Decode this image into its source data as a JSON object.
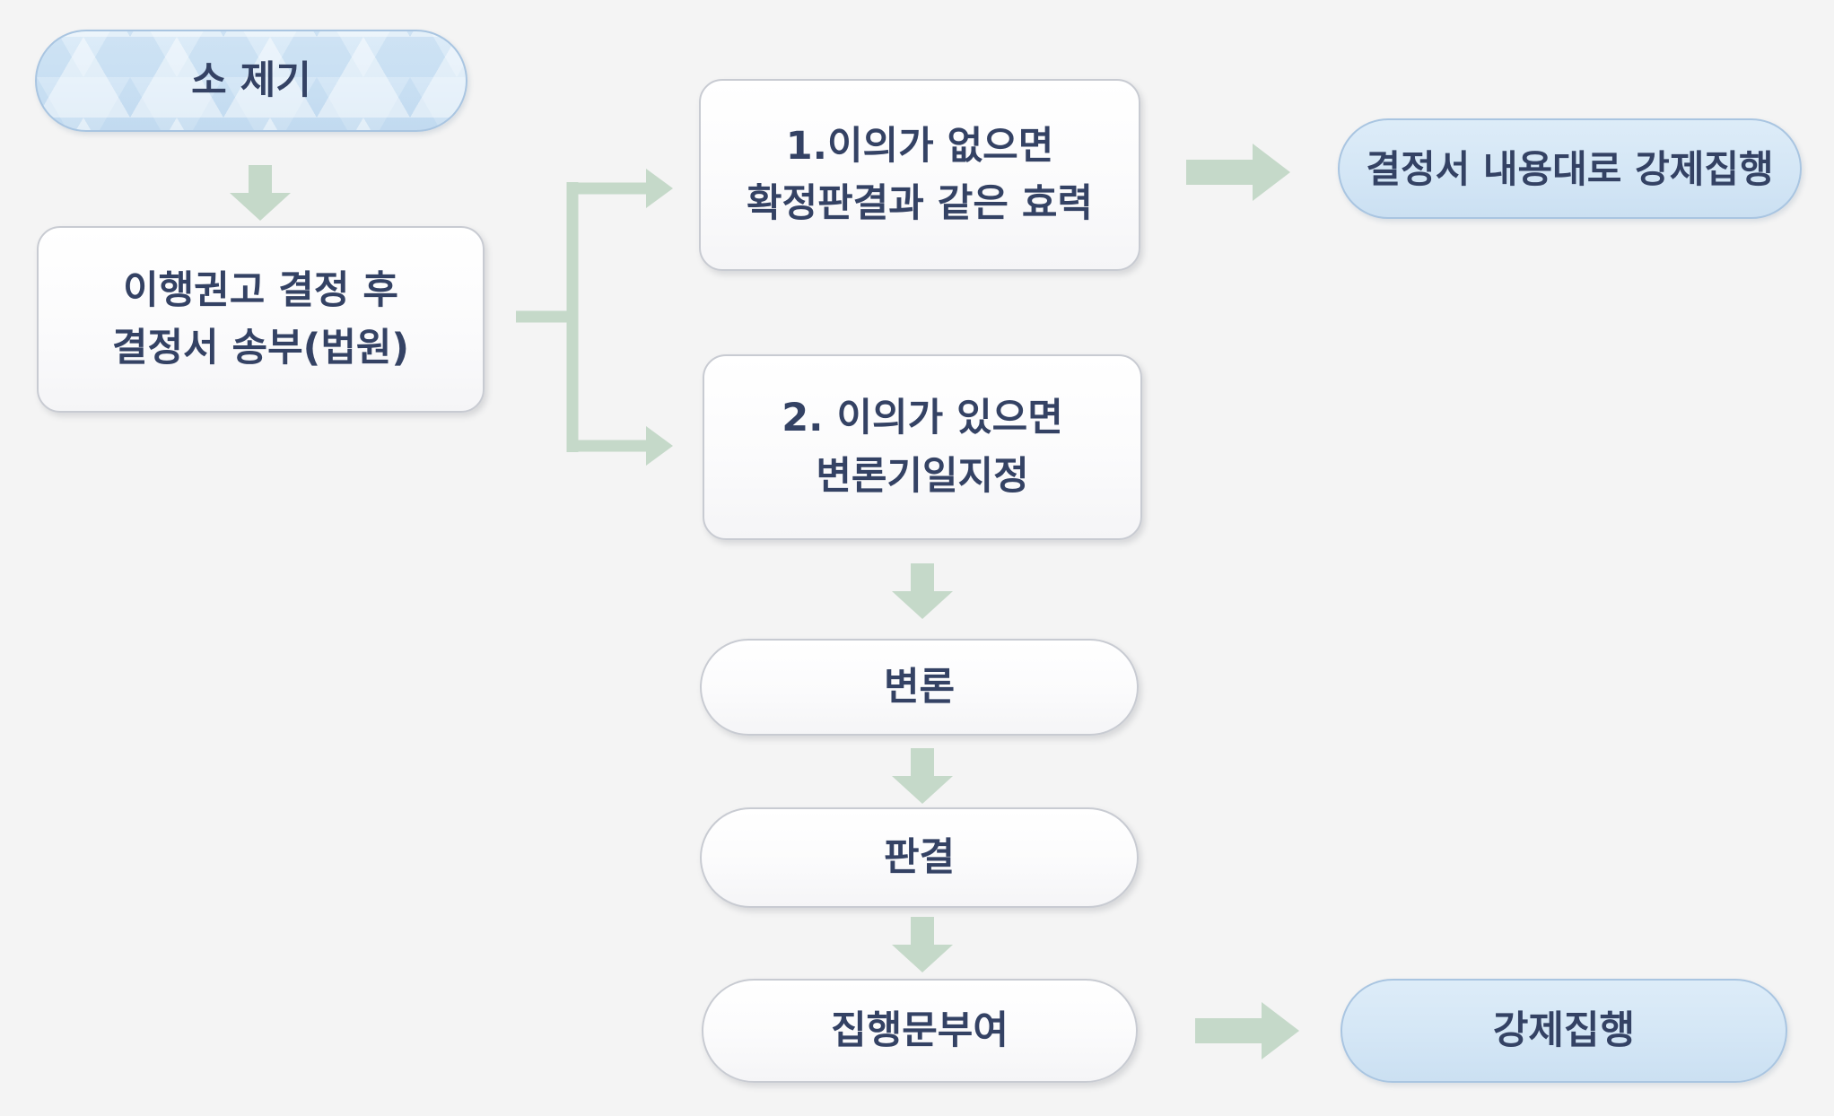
{
  "palette": {
    "background": "#f4f4f4",
    "arrow_green": "#c5d9c9",
    "blue_fill_top": "#ddecf8",
    "blue_fill_bottom": "#cbe0f2",
    "blue_border": "#a9c5e1",
    "white_fill_top": "#ffffff",
    "white_fill_bottom": "#f5f5f7",
    "white_border": "#c8cbd2",
    "text_navy": "#344264"
  },
  "flowchart": {
    "type": "legal-procedure-flow",
    "nodes": {
      "start": {
        "label": "소 제기"
      },
      "recommendation": {
        "line1": "이행권고 결정 후",
        "line2": "결정서 송부(법원)"
      },
      "no_objection": {
        "line1": "1.이의가 없으면",
        "line2": "확정판결과 같은 효력"
      },
      "enforce_decision": {
        "label": "결정서 내용대로 강제집행"
      },
      "objection": {
        "line1": "2. 이의가 있으면",
        "line2": "변론기일지정"
      },
      "pleading": {
        "label": "변론"
      },
      "judgment": {
        "label": "판결"
      },
      "execution_clause": {
        "label": "집행문부여"
      },
      "enforcement": {
        "label": "강제집행"
      }
    },
    "icons": {
      "down_arrow": "down-arrow-icon",
      "right_arrow": "right-arrow-icon",
      "branch": "branch-connector-icon"
    },
    "edges": [
      "start -> recommendation",
      "recommendation -> no_objection",
      "recommendation -> objection",
      "no_objection -> enforce_decision",
      "objection -> pleading",
      "pleading -> judgment",
      "judgment -> execution_clause",
      "execution_clause -> enforcement"
    ]
  }
}
